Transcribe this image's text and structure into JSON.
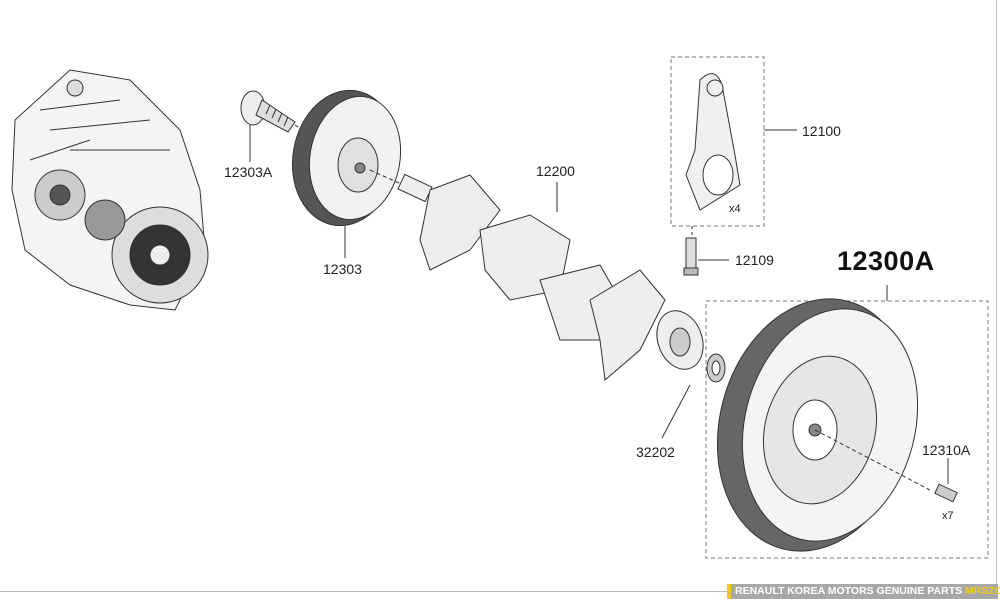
{
  "parts": {
    "p12303A": "12303A",
    "p12303": "12303",
    "p12200": "12200",
    "p12100": "12100",
    "p12109": "12109",
    "p12300A": "12300A",
    "p32202": "32202",
    "p12310A": "12310A"
  },
  "quantities": {
    "conrod": "x4",
    "bolt": "x7"
  },
  "footer": {
    "text": "RENAULT KOREA MOTORS GENUINE PARTS",
    "brand": "MRSZONE"
  },
  "colors": {
    "accent": "#f2c81c",
    "footer_bg": "#a8a8a8"
  }
}
